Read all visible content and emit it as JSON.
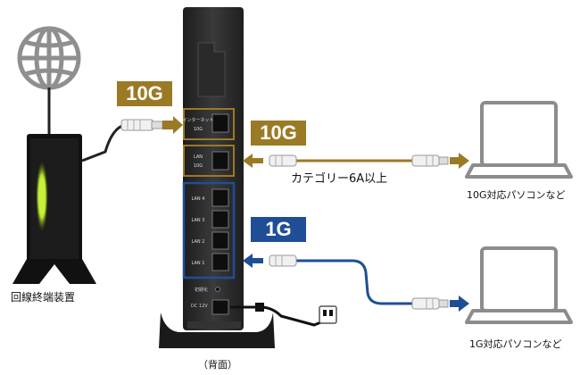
{
  "labels": {
    "terminal_device": "回線終端装置",
    "rear_view": "（背面）",
    "cable_category": "カテゴリー6A以上",
    "pc_10g": "10G対応パソコンなど",
    "pc_1g": "1G対応パソコンなど"
  },
  "badges": {
    "wan_speed": "10G",
    "lan10g_speed": "10G",
    "lan1g_speed": "1G"
  },
  "ports": {
    "wan": "インターネット",
    "wan_sub": "10G",
    "lan10g": "LAN",
    "lan10g_sub": "10G",
    "lan4": "LAN 4",
    "lan3": "LAN 3",
    "lan2": "LAN 2",
    "lan1": "LAN 1",
    "init": "初期化",
    "dc": "DC 12V"
  },
  "colors": {
    "gold": "#9b7a25",
    "blue": "#1f4e96",
    "device": "#2b2b2b",
    "led": "#b6e52b"
  },
  "icons": [
    "globe-icon",
    "laptop-icon",
    "power-outlet-icon",
    "arrow-icon"
  ]
}
